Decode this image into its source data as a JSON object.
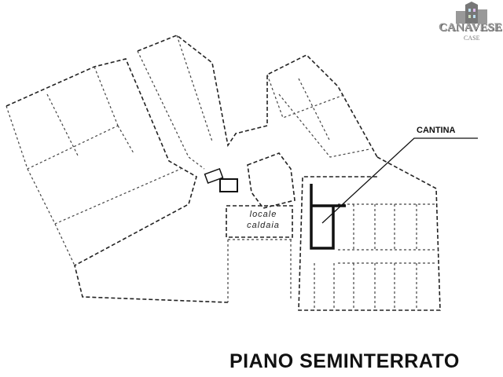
{
  "logo": {
    "name": "CANAVESE",
    "sub": "CASE"
  },
  "labels": {
    "cantina": "CANTINA",
    "locale_line1": "locale",
    "locale_line2": "caldaia"
  },
  "title": "PIANO SEMINTERRATO"
}
